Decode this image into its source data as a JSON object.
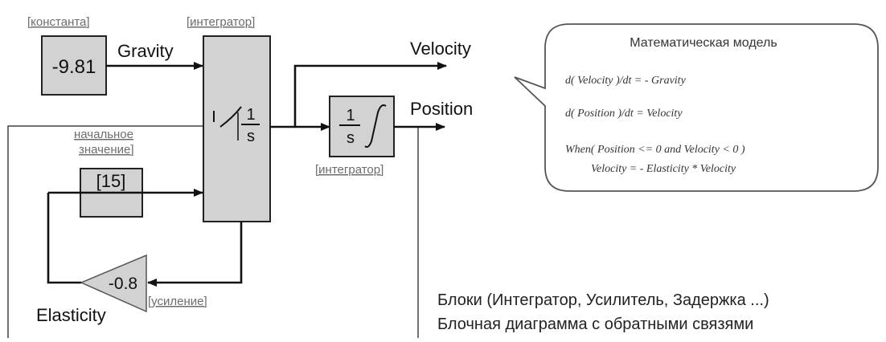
{
  "blocks": {
    "constant": {
      "tag": "[константа]",
      "value": "-9.81"
    },
    "integrator1": {
      "tag": "[интегратор]",
      "num": "1",
      "den": "s"
    },
    "integrator2": {
      "tag": "[интегратор]",
      "num": "1",
      "den": "s"
    },
    "initial": {
      "tag_line1": "начальное",
      "tag_line2": "значение]",
      "value": "[15]"
    },
    "gain": {
      "tag": "[усиление]",
      "value": "-0.8"
    }
  },
  "signals": {
    "gravity": "Gravity",
    "velocity": "Velocity",
    "position": "Position",
    "elasticity": "Elasticity"
  },
  "callout": {
    "title": "Математическая модель",
    "eq1": "d( Velocity )/dt = - Gravity",
    "eq2": "d( Position )/dt = Velocity",
    "eq3": "When( Position <= 0 and Velocity < 0 )",
    "eq4": "Velocity = - Elasticity * Velocity"
  },
  "notes": {
    "line1": "Блоки (Интегратор, Усилитель, Задержка ...)",
    "line2": "Блочная диаграмма с обратными связями"
  }
}
